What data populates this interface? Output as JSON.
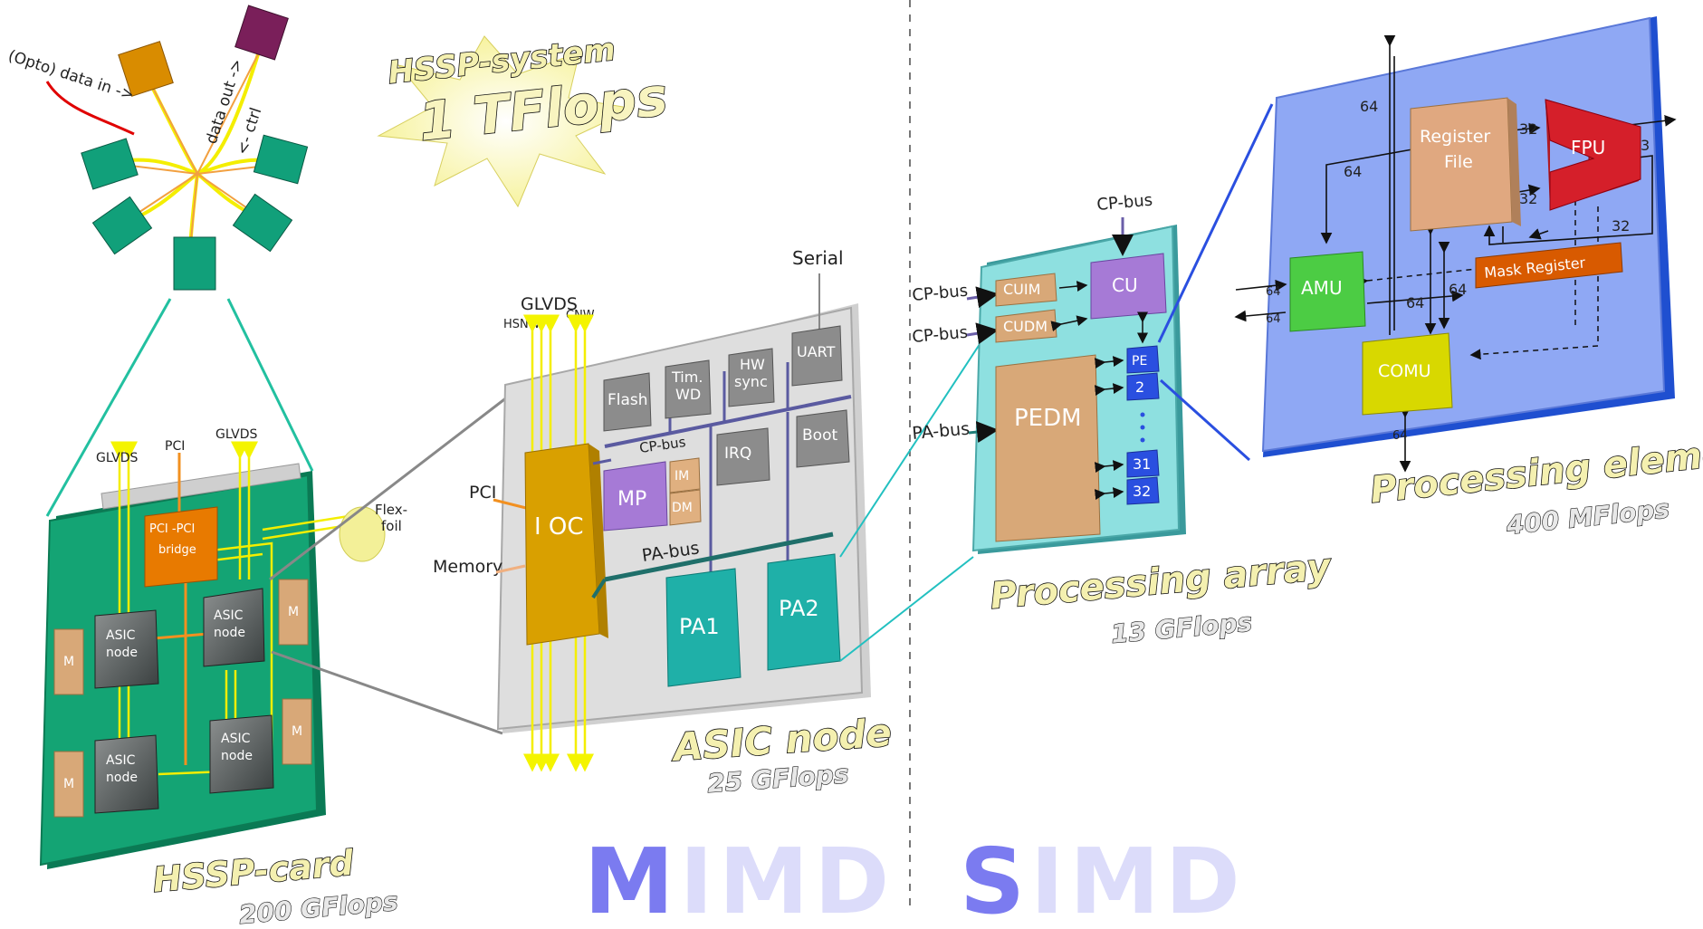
{
  "system": {
    "title": "HSSP-system",
    "perf": "1 TFlops",
    "data_in": "(Opto) data in ->",
    "data_out": "data out ->",
    "ctrl": "<- ctrl"
  },
  "card": {
    "title": "HSSP-card",
    "perf": "200 GFlops",
    "glvds_left": "GLVDS",
    "pci": "PCI",
    "glvds_right": "GLVDS",
    "bridge_line1": "PCI -PCI",
    "bridge_line2": "bridge",
    "flexfoil_line1": "Flex-",
    "flexfoil_line2": "foil",
    "asic_line1": "ASIC",
    "asic_line2": "node",
    "mem": "M"
  },
  "asic": {
    "title": "ASIC node",
    "perf": "25 GFlops",
    "serial": "Serial",
    "glvds": "GLVDS",
    "hsnw": "HSNW",
    "cnw": "CNW",
    "pci": "PCI",
    "memory": "Memory",
    "ioc": "I OC",
    "flash": "Flash",
    "tim_line1": "Tim.",
    "tim_line2": "WD",
    "hw_line1": "HW",
    "hw_line2": "sync",
    "uart": "UART",
    "cpbus": "CP-bus",
    "irq": "IRQ",
    "boot": "Boot",
    "mp": "MP",
    "im": "IM",
    "dm": "DM",
    "pabus": "PA-bus",
    "pa1": "PA1",
    "pa2": "PA2"
  },
  "array": {
    "title": "Processing array",
    "perf": "13 GFlops",
    "cpbus_top": "CP-bus",
    "cpbus_1": "CP-bus",
    "cpbus_2": "CP-bus",
    "pabus": "PA-bus",
    "cuim": "CUIM",
    "cudm": "CUDM",
    "cu": "CU",
    "pedm": "PEDM",
    "pe_items": [
      "PE",
      "2",
      "31",
      "32"
    ]
  },
  "pe": {
    "title": "Processing element",
    "perf": "400 MFlops",
    "register_line1": "Register",
    "register_line2": "File",
    "fpu": "FPU",
    "amu": "AMU",
    "mask": "Mask Register",
    "comu": "COMU",
    "widths": [
      "64",
      "32",
      "32",
      "3",
      "64",
      "32",
      "64",
      "64",
      "64",
      "64",
      "64"
    ]
  },
  "bottom": {
    "mimd": "MIMD",
    "simd": "SIMD"
  }
}
